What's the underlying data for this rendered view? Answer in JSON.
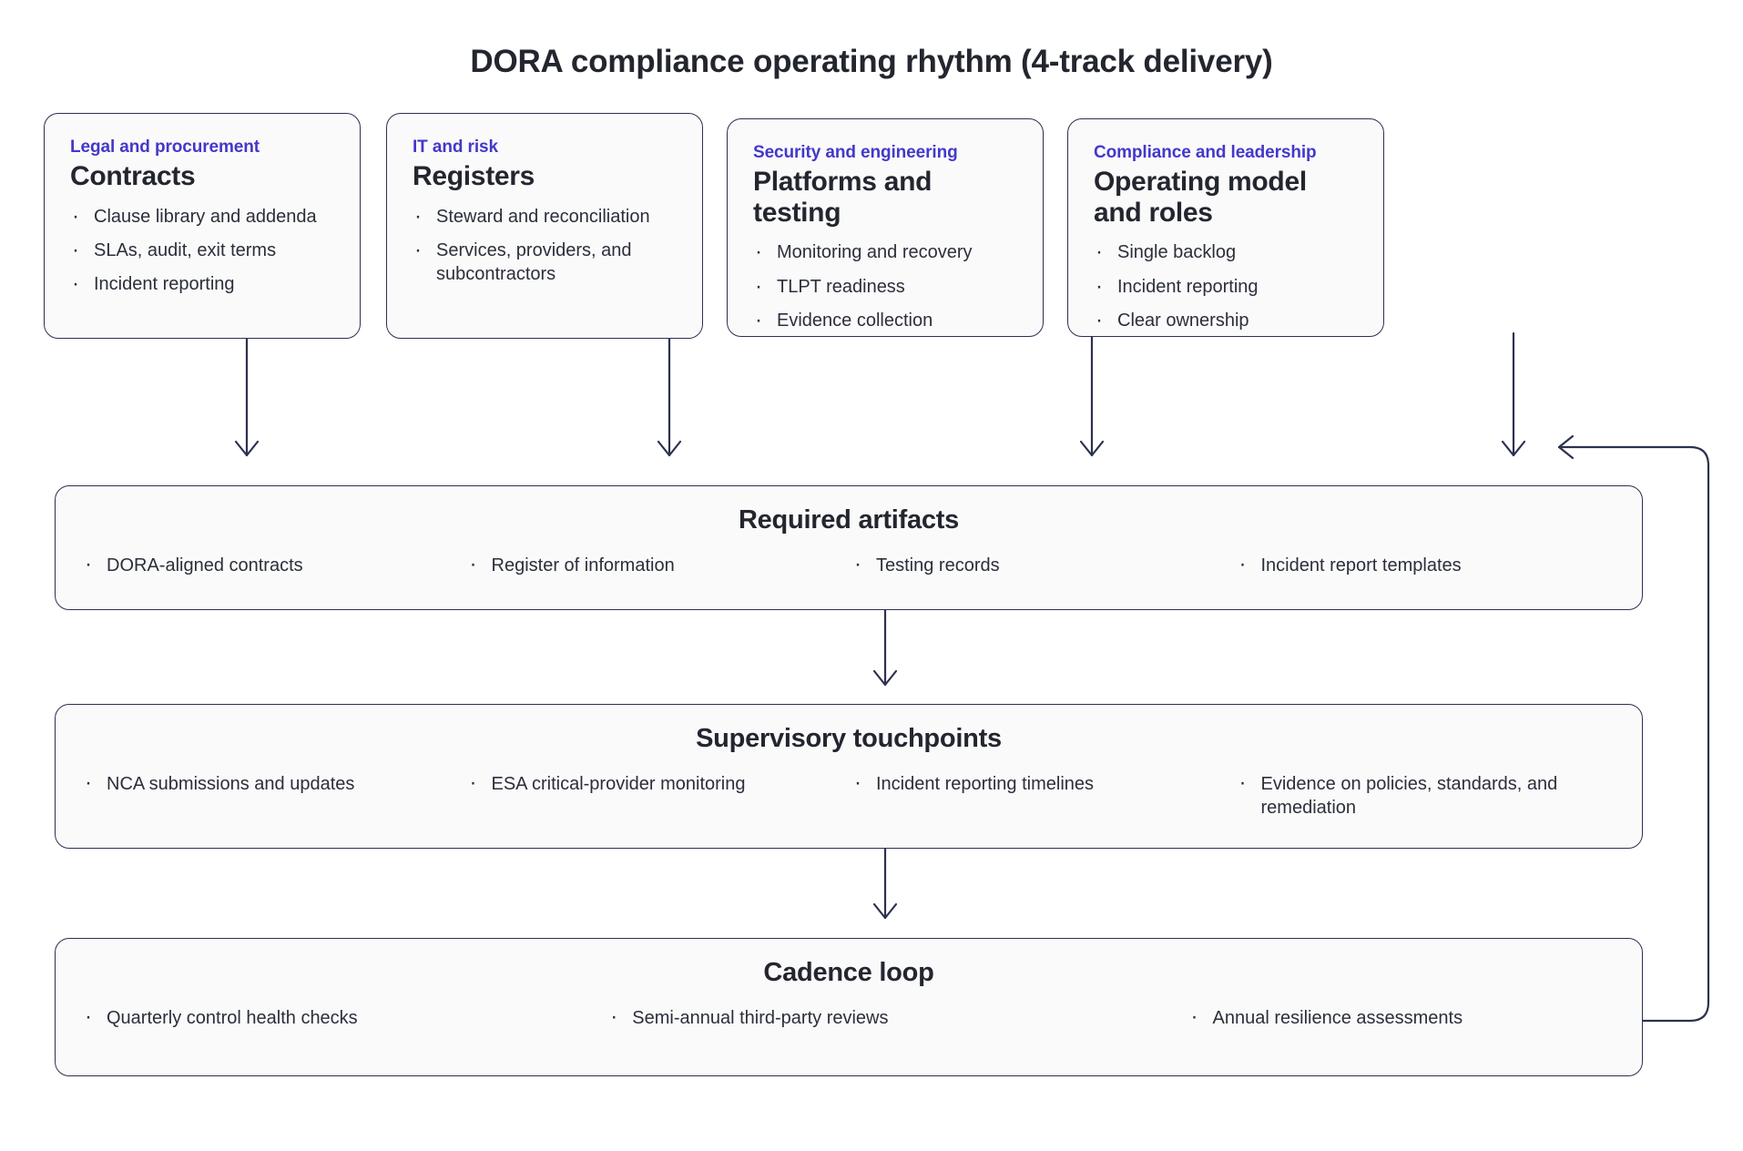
{
  "title": "DORA compliance operating rhythm (4-track delivery)",
  "colors": {
    "accent": "#4338CA",
    "border": "#2C3150",
    "card_bg": "#FAFAFB",
    "text": "#23262F",
    "page_bg": "#FFFFFF"
  },
  "tracks": [
    {
      "eyebrow": "Legal and procurement",
      "heading": "Contracts",
      "bullets": [
        "Clause library and addenda",
        "SLAs, audit, exit terms",
        "Incident reporting"
      ]
    },
    {
      "eyebrow": "IT and risk",
      "heading": "Registers",
      "bullets": [
        "Steward and reconciliation",
        "Services, providers, and subcontractors"
      ]
    },
    {
      "eyebrow": "Security and engineering",
      "heading": "Platforms and testing",
      "bullets": [
        "Monitoring and recovery",
        "TLPT readiness",
        "Evidence collection"
      ]
    },
    {
      "eyebrow": "Compliance and leadership",
      "heading": "Operating model and roles",
      "bullets": [
        "Single backlog",
        "Incident reporting",
        "Clear ownership"
      ]
    }
  ],
  "bands": [
    {
      "title": "Required artifacts",
      "items": [
        "DORA-aligned contracts",
        "Register of information",
        "Testing records",
        "Incident report templates"
      ]
    },
    {
      "title": "Supervisory touchpoints",
      "items": [
        "NCA submissions and updates",
        "ESA critical-provider monitoring",
        "Incident reporting timelines",
        "Evidence on policies, standards, and remediation"
      ]
    },
    {
      "title": "Cadence loop",
      "items": [
        "Quarterly control health checks",
        "Semi-annual third-party reviews",
        "Annual resilience assessments"
      ]
    }
  ]
}
